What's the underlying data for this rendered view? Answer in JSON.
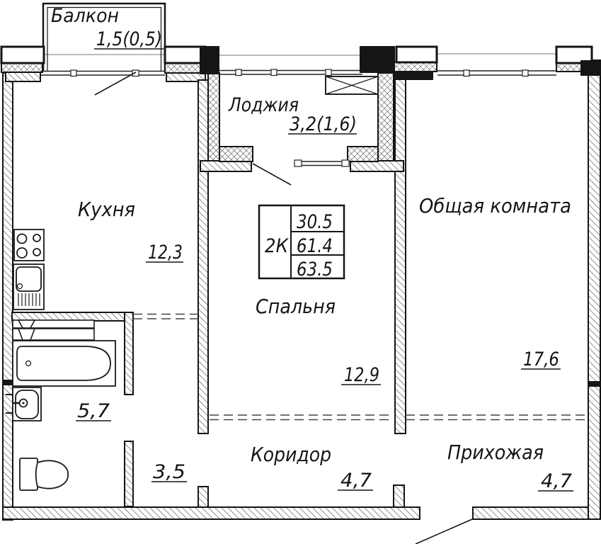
{
  "rooms": {
    "balcony": {
      "name": "Балкон",
      "area": "1,5(0,5)"
    },
    "loggia": {
      "name": "Лоджия",
      "area": "3,2(1,6)"
    },
    "kitchen": {
      "name": "Кухня",
      "area": "12,3"
    },
    "living_room": {
      "name": "Общая комната",
      "area": "17,6"
    },
    "bedroom": {
      "name": "Спальня",
      "area": "12,9"
    },
    "corridor": {
      "name": "Коридор",
      "area": "4,7"
    },
    "hallway": {
      "name": "Прихожая",
      "area": "4,7"
    },
    "bathroom": {
      "area": "5,7"
    },
    "inner_hall": {
      "area": "3,5"
    }
  },
  "info_table": {
    "apartment_type": "2К",
    "rows": [
      "30.5",
      "61.4",
      "63.5"
    ]
  },
  "fixtures": [
    "gas-stove",
    "kitchen-sink",
    "shelving",
    "bathtub",
    "washbasin",
    "toilet",
    "window-vent"
  ],
  "colors": {
    "wall": "#151515",
    "background": "#ffffff",
    "hatch": "#5f5f5f"
  }
}
